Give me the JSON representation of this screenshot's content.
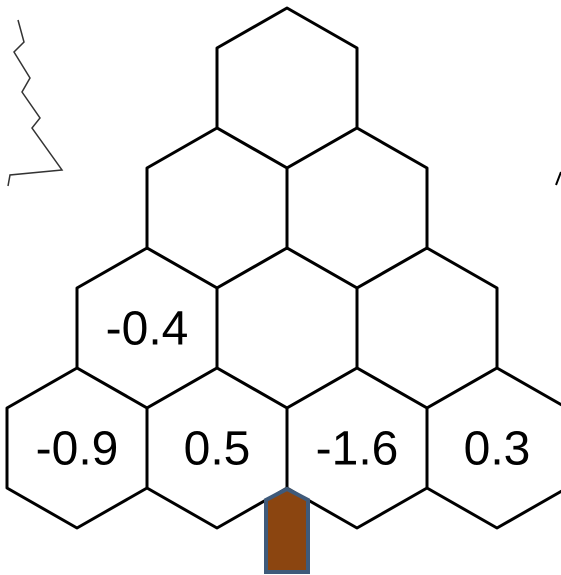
{
  "tree": {
    "rows": [
      {
        "cells": [
          ""
        ]
      },
      {
        "cells": [
          "",
          ""
        ]
      },
      {
        "cells": [
          "-0.4",
          "",
          ""
        ]
      },
      {
        "cells": [
          "-0.9",
          "0.5",
          "-1.6",
          "0.3"
        ]
      }
    ],
    "trunk": {
      "fill": "#8B4510",
      "stroke": "#3F5A7A"
    }
  }
}
